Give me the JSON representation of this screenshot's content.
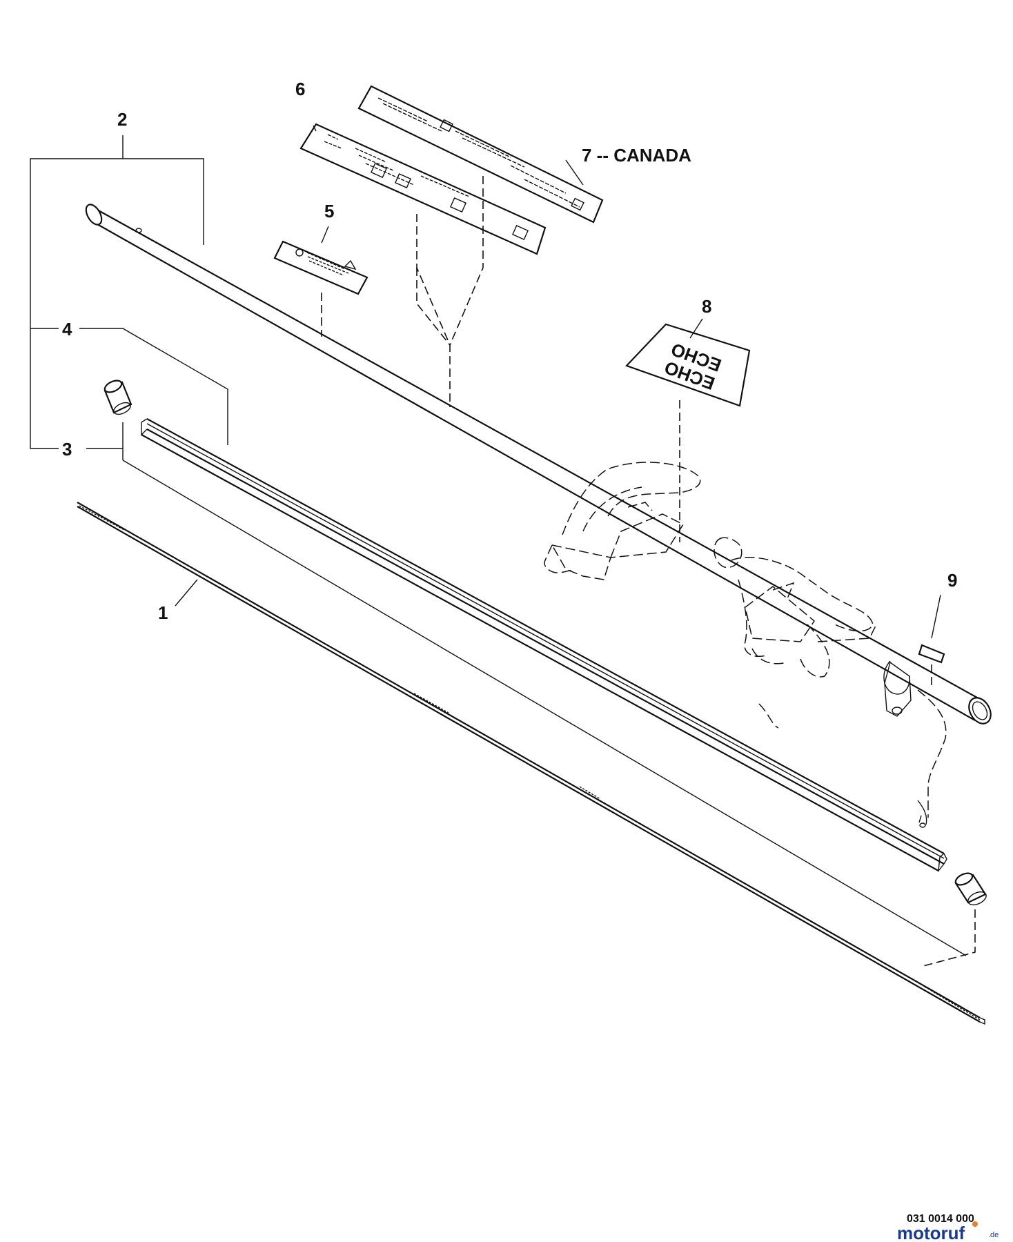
{
  "callouts": {
    "c1": "1",
    "c2": "2",
    "c3": "3",
    "c4": "4",
    "c5": "5",
    "c6": "6",
    "c7": "7 -- CANADA",
    "c8": "8",
    "c9": "9"
  },
  "drawing_number": "031 0014 000",
  "watermark": {
    "brand": "motoruf",
    "tld": ".de"
  },
  "decal_logo_text": "ECHO",
  "colors": {
    "ink": "#111111",
    "paper": "#ffffff",
    "watermark_blue": "#1a3a8f",
    "watermark_orange": "#e8822a"
  }
}
